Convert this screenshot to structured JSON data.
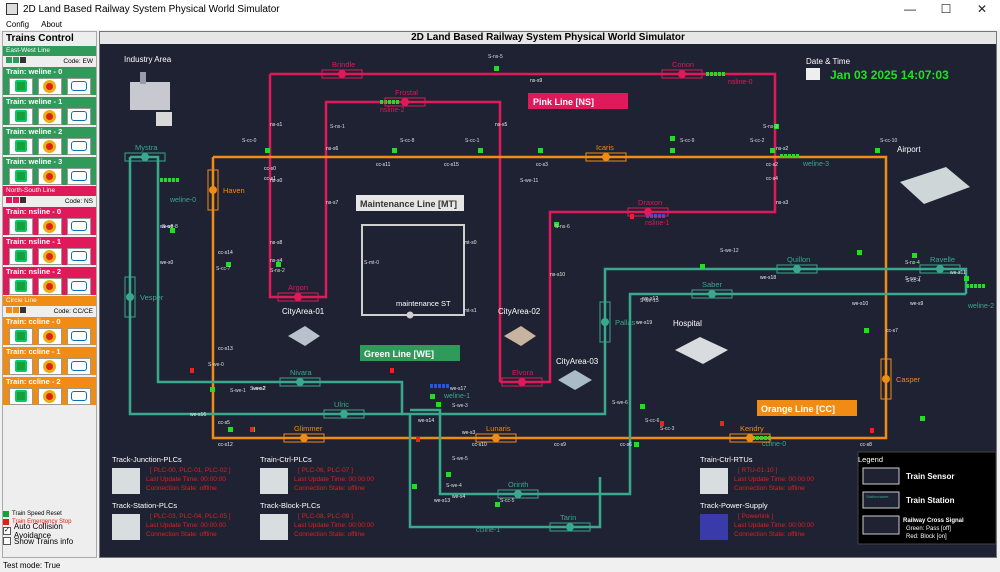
{
  "window": {
    "title": "2D Land Based Railway System Physical World Simulator",
    "minimize": "—",
    "maximize": "☐",
    "close": "✕"
  },
  "menu": [
    "Config",
    "About"
  ],
  "left_panel": {
    "title": "Trains Control",
    "lines": [
      {
        "name": "East-West Line",
        "code_label": "Code: EW",
        "color": "#2f9a59",
        "trains": [
          "Train: weline - 0",
          "Train: weline - 1",
          "Train: weline - 2",
          "Train: weline - 3"
        ]
      },
      {
        "name": "North-South Line",
        "code_label": "Code: NS",
        "color": "#e0195a",
        "trains": [
          "Train: nsline - 0",
          "Train: nsline - 1",
          "Train: nsline - 2"
        ]
      },
      {
        "name": "Circle Line",
        "code_label": "Code: CC/CE",
        "color": "#f08c14",
        "trains": [
          "Train: ccline - 0",
          "Train: ccline - 1",
          "Train: ccline - 2"
        ]
      }
    ],
    "speed_reset": "Train Speed Reset",
    "emergency_stop": "Train Emergency Stop",
    "auto_collision": "Auto Collision Avoidance",
    "show_trains_info": "Show Trains info",
    "auto_collision_checked": true,
    "show_trains_checked": false
  },
  "status": "Test mode: True",
  "map": {
    "header": "2D Land Based Railway System Physical World Simulator",
    "datetime_label": "Date & Time",
    "datetime_value": "Jan 03 2025 14:07:03",
    "colors": {
      "pink": "#e0195a",
      "orange": "#f08c14",
      "green": "#3aa88c",
      "grey": "#cfcfcf",
      "sensor": "#22dd22",
      "signal_red": "#ee2222"
    },
    "line_labels": {
      "pink": "Pink Line [NS]",
      "orange": "Orange Line [CC]",
      "green": "Green Line [WE]",
      "maint": "Maintenance Line [MT]",
      "maint_st": "maintenance ST"
    },
    "areas": {
      "industry": "Industry Area",
      "airport": "Airport",
      "city1": "CityArea-01",
      "city2": "CityArea-02",
      "city3": "CityArea-03",
      "hospital": "Hospital"
    },
    "pink_stations": [
      "Brindle",
      "Corion",
      "Frostal",
      "Draxon",
      "Argon",
      "Elvora"
    ],
    "orange_stations": [
      "Haven",
      "Icaris",
      "Casper",
      "Kendry",
      "Lunaris",
      "Glimmer"
    ],
    "green_stations": [
      "Mystra",
      "Vesper",
      "Nivara",
      "Ulric",
      "Quillon",
      "Ravelle",
      "Saber",
      "Pallas",
      "Orinth",
      "Tarin"
    ],
    "train_labels": [
      "nsline-0",
      "nsline-2",
      "nsline-1",
      "weline-0",
      "weline-1",
      "weline-2",
      "weline-3",
      "ccline-0",
      "ccline-1"
    ],
    "sensor_labels": [
      "S-ns-5",
      "S-ns-1",
      "S-ns-3",
      "S-cc-0",
      "S-cc-8",
      "S-cc-1",
      "S-cc-9",
      "S-cc-2",
      "S-cc-10",
      "S-ns-6",
      "S-we-8",
      "S-cc-7",
      "S-mt-0",
      "S-we-0",
      "S-we-1",
      "S-we-2",
      "S-we-3",
      "S-we-4",
      "S-we-5",
      "S-we-6",
      "S-we-7",
      "S-cc-4",
      "S-cc-6",
      "S-cc-3",
      "S-ns-4",
      "S-ns-2",
      "S-we-11",
      "S-we-12",
      "S-we-13",
      "S-cc-5"
    ],
    "block_labels": [
      "ns-s9",
      "ns-s1",
      "ns-s5",
      "ns-s6",
      "ns-s0",
      "ns-s7",
      "ns-s8",
      "ns-s2",
      "ns-s3",
      "ns-s4",
      "ns-s10",
      "cc-s11",
      "cc-s15",
      "cc-s3",
      "cc-s14",
      "cc-s13",
      "cc-s0",
      "cc-s1",
      "cc-s2",
      "cc-s4",
      "cc-s5",
      "cc-s6",
      "cc-s7",
      "cc-s8",
      "cc-s9",
      "cc-s10",
      "cc-s12",
      "we-s0",
      "we-s2",
      "we-s14",
      "we-s16",
      "we-s17",
      "we-s18",
      "we-s19",
      "we-s10",
      "we-s9",
      "we-s11",
      "we-s12",
      "we-s13",
      "we-s4",
      "we-s3",
      "we-s8",
      "mt-s0",
      "mt-s1"
    ],
    "plc_panels": [
      {
        "title": "Track-Junction-PLCs",
        "ids": "[ PLC-00, PLC-01, PLC-02 ]",
        "update": "Last Update Time: 00:00:00",
        "state": "Connection State: offline"
      },
      {
        "title": "Train-Ctrl-PLCs",
        "ids": "[ PLC-06, PLC-07 ]",
        "update": "Last Update Time: 00:00:00",
        "state": "Connection State: offline"
      },
      {
        "title": "Track-Station-PLCs",
        "ids": "[ PLC-03, PLC-04, PLC-05 ]",
        "update": "Last Update Time: 00:00:00",
        "state": "Connection State: offline"
      },
      {
        "title": "Track-Block-PLCs",
        "ids": "[ PLC-08, PLC-09 ]",
        "update": "Last Update Time: 00:00:00",
        "state": "Connection State: offline"
      },
      {
        "title": "Train-Ctrl-RTUs",
        "ids": "[ RTU-01-10 ]",
        "update": "Last Update Time: 00:00:00",
        "state": "Connection State: offline"
      },
      {
        "title": "Track-Power-Supply",
        "ids": "[ Powerlink ]",
        "update": "Last Update Time: 00:00:00",
        "state": "Connection State: offline"
      }
    ],
    "legend": {
      "title": "Legend",
      "sensor": "Train Sensor",
      "station": "Train Station",
      "station_sample": "Stationname",
      "signal": "Railway Cross Signal",
      "green": "Green: Pass [off]",
      "red": "Red: Block [on]"
    }
  }
}
